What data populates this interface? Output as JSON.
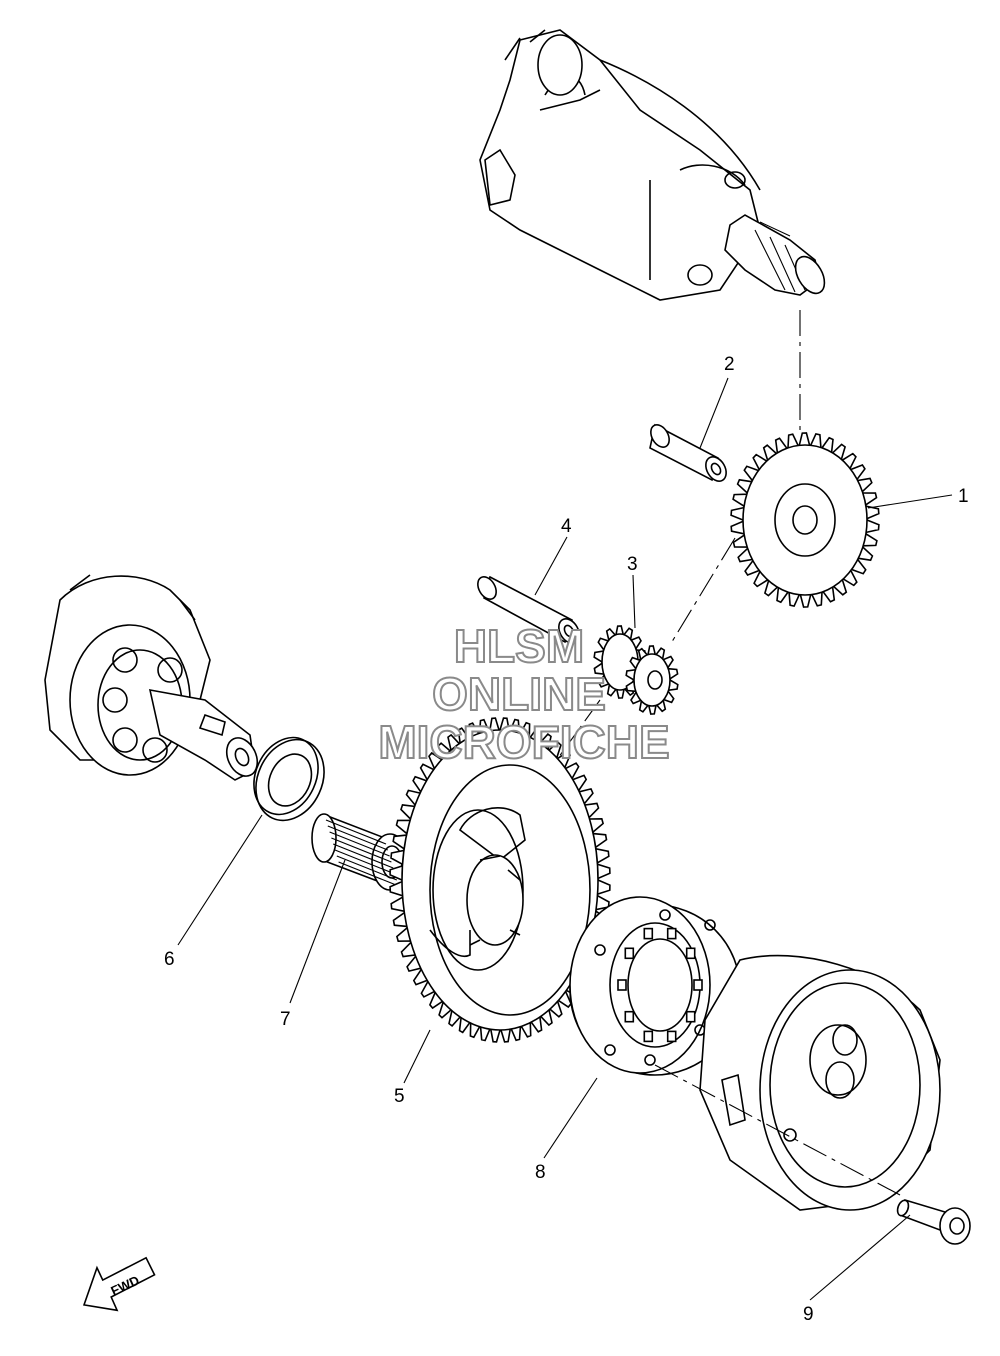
{
  "callouts": [
    {
      "id": "1",
      "label": "1"
    },
    {
      "id": "2",
      "label": "2"
    },
    {
      "id": "3",
      "label": "3"
    },
    {
      "id": "4",
      "label": "4"
    },
    {
      "id": "5",
      "label": "5"
    },
    {
      "id": "6",
      "label": "6"
    },
    {
      "id": "7",
      "label": "7"
    },
    {
      "id": "8",
      "label": "8"
    },
    {
      "id": "9",
      "label": "9"
    }
  ],
  "watermark": {
    "line1": "HLSM",
    "line2": "ONLINE",
    "line3": "MICROFICHE"
  },
  "direction_arrow": {
    "label": "FWD"
  }
}
